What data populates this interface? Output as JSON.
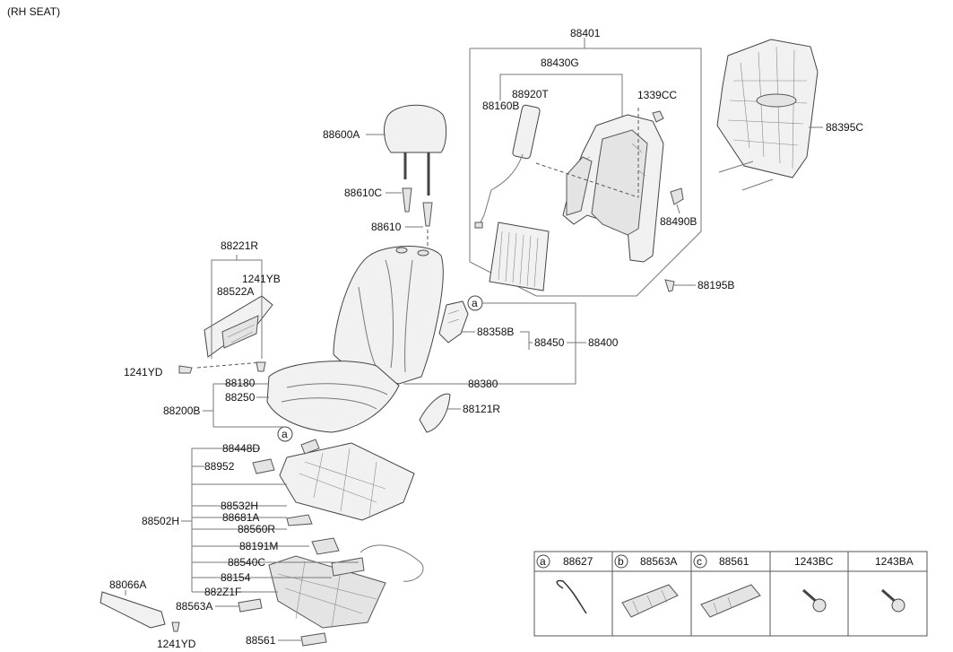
{
  "title": "(RH SEAT)",
  "callout_a": "a",
  "labels": {
    "p88401": "88401",
    "p88430G": "88430G",
    "p88920T": "88920T",
    "p88160B": "88160B",
    "p1339CC": "1339CC",
    "p88490B": "88490B",
    "p88195B": "88195B",
    "p88395C": "88395C",
    "p88600A": "88600A",
    "p88610C": "88610C",
    "p88610": "88610",
    "p88221R": "88221R",
    "p1241YB": "1241YB",
    "p88522A": "88522A",
    "p1241YD_top": "1241YD",
    "p88358B": "88358B",
    "p88450": "88450",
    "p88400": "88400",
    "p88380": "88380",
    "p88180": "88180",
    "p88250": "88250",
    "p88200B": "88200B",
    "p88121R": "88121R",
    "p88448D": "88448D",
    "p88952": "88952",
    "p88532H": "88532H",
    "p88502H": "88502H",
    "p88681A": "88681A",
    "p88560R": "88560R",
    "p88191M": "88191M",
    "p88540C": "88540C",
    "p88154": "88154",
    "p882Z1F": "882Z1F",
    "p88563A": "88563A",
    "p88561": "88561",
    "p88066A": "88066A",
    "p1241YD_bot": "1241YD"
  },
  "legend": {
    "cells": [
      {
        "letter": "a",
        "part": "88627",
        "icon": "hook-clip-icon"
      },
      {
        "letter": "b",
        "part": "88563A",
        "icon": "channel-clip-icon"
      },
      {
        "letter": "c",
        "part": "88561",
        "icon": "cap-clip-icon"
      },
      {
        "letter": "",
        "part": "1243BC",
        "icon": "screw-icon"
      },
      {
        "letter": "",
        "part": "1243BA",
        "icon": "screw-icon"
      }
    ]
  }
}
